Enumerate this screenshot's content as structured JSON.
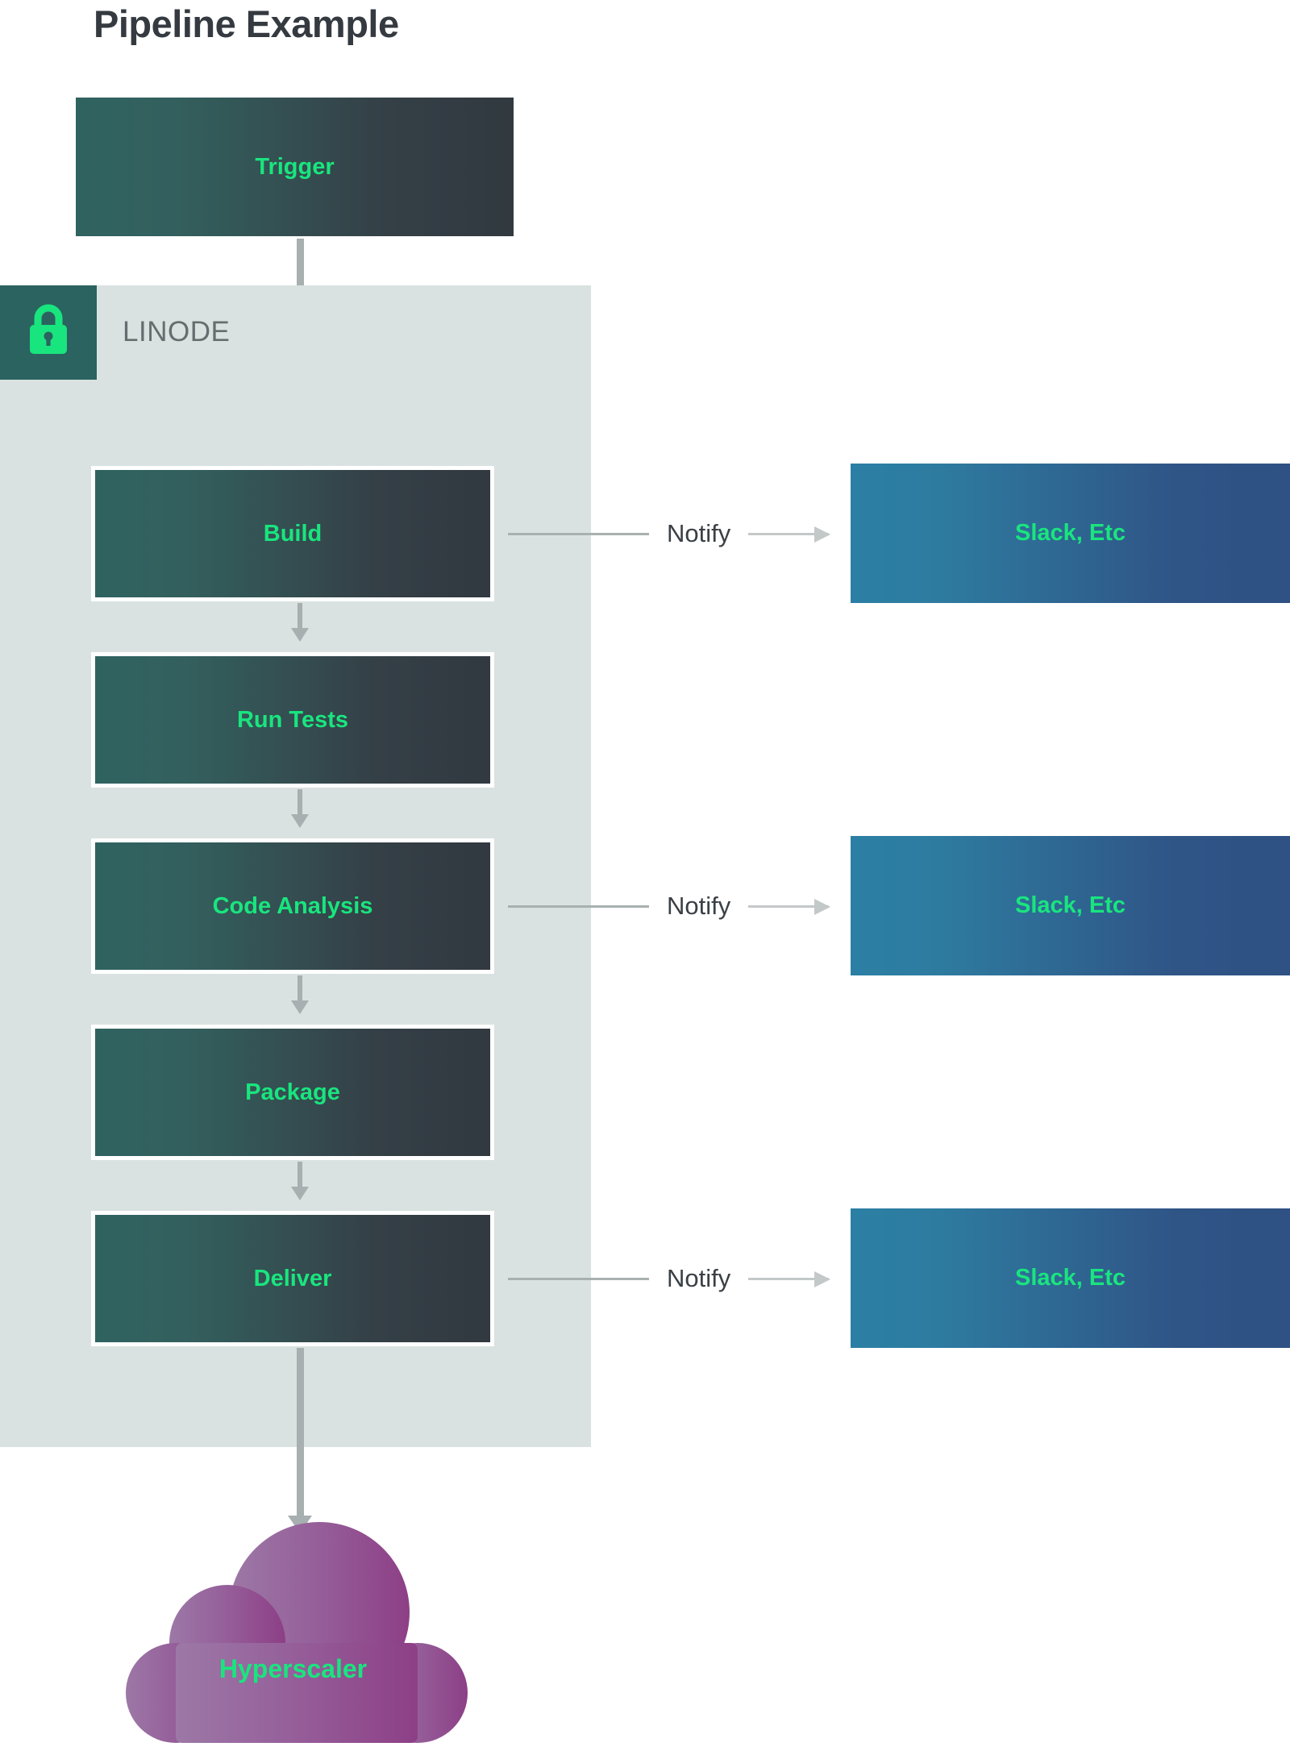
{
  "diagram": {
    "title": "Pipeline Example",
    "zone": {
      "label": "LINODE",
      "icon": "lock-icon",
      "background": "#d9e2e0",
      "badge_background": "#2b6360",
      "icon_color": "#19e57e"
    },
    "trigger": {
      "label": "Trigger"
    },
    "stages": [
      {
        "label": "Build"
      },
      {
        "label": "Run Tests"
      },
      {
        "label": "Code Analysis"
      },
      {
        "label": "Package"
      },
      {
        "label": "Deliver"
      }
    ],
    "notifications": [
      {
        "connector_label": "Notify",
        "target_label": "Slack, Etc",
        "from": "Build"
      },
      {
        "connector_label": "Notify",
        "target_label": "Slack, Etc",
        "from": "Code Analysis"
      },
      {
        "connector_label": "Notify",
        "target_label": "Slack, Etc",
        "from": "Deliver"
      }
    ],
    "destination": {
      "label": "Hyperscaler",
      "shape": "cloud"
    },
    "colors": {
      "stage_gradient_start": "#2f6360",
      "stage_gradient_end": "#323940",
      "stage_text": "#19e57e",
      "notify_target_gradient_start": "#2b7fa4",
      "notify_target_gradient_end": "#2f5184",
      "cloud_gradient_start": "#9c72a4",
      "cloud_gradient_end": "#8e3f87",
      "title_text": "#343a40",
      "zone_text": "#666d70",
      "connector": "#a8afb0"
    }
  }
}
